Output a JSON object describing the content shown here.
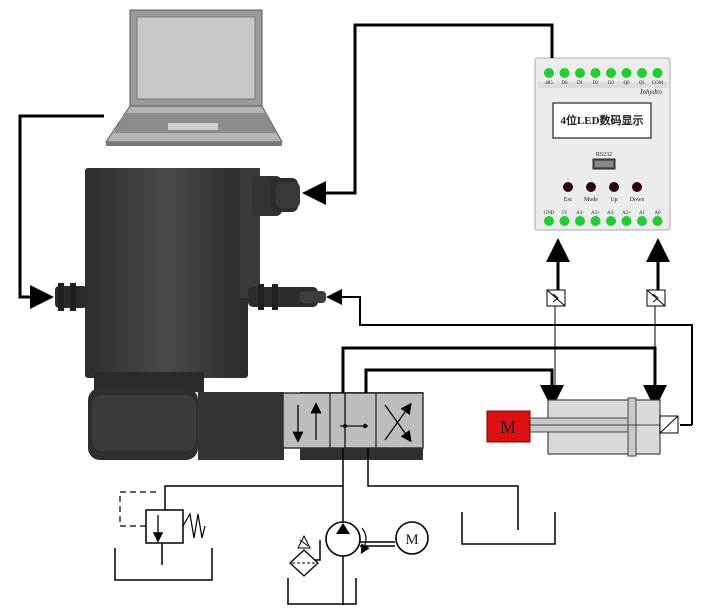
{
  "controller": {
    "top_terminals": [
      "485",
      "D0",
      "D1",
      "D2",
      "D3",
      "Q0",
      "Q1",
      "COM"
    ],
    "brand": "Inhydro",
    "display_text": "4位LED数码显示",
    "rs232_label": "RS232",
    "buttons": [
      "Esc",
      "Mode",
      "Up",
      "Down"
    ],
    "bottom_terminals": [
      "GND",
      "5V",
      "A3-",
      "A3+",
      "A2-",
      "A2+",
      "A1",
      "A0"
    ],
    "led_color": "#22cc33"
  },
  "motor_cylinder": {
    "label": "M",
    "color": "#dd1111"
  },
  "pump_motor": {
    "label": "M"
  },
  "colors": {
    "valve_body": "#3a3a3a",
    "valve_spool": "#bdbdbd",
    "cylinder": "#d9d9d9"
  }
}
